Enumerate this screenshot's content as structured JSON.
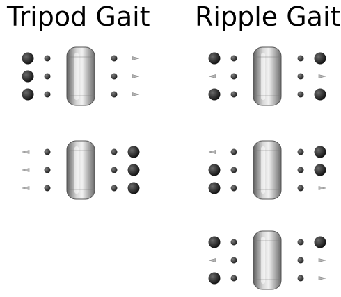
{
  "titles": {
    "left": "Tripod Gait",
    "right": "Ripple Gait"
  },
  "gaits": [
    {
      "key": "tripod",
      "column": "left",
      "frames": [
        {
          "label": "tripod-frame-1",
          "legs": [
            "down",
            "up",
            "down",
            "up",
            "down",
            "up"
          ]
        },
        {
          "label": "tripod-frame-2",
          "legs": [
            "up",
            "down",
            "up",
            "down",
            "up",
            "down"
          ]
        }
      ]
    },
    {
      "key": "ripple",
      "column": "right",
      "frames": [
        {
          "label": "ripple-frame-1",
          "legs": [
            "down",
            "down",
            "up",
            "up",
            "down",
            "down"
          ]
        },
        {
          "label": "ripple-frame-2",
          "legs": [
            "up",
            "down",
            "down",
            "down",
            "down",
            "up"
          ]
        },
        {
          "label": "ripple-frame-3",
          "legs": [
            "down",
            "down",
            "up",
            "up",
            "down",
            "up"
          ]
        }
      ]
    }
  ],
  "legend_note": {
    "leg_order": [
      "left-front",
      "right-front",
      "left-middle",
      "right-middle",
      "left-rear",
      "right-rear"
    ]
  },
  "colors": {
    "body": "#9a9a9a",
    "body_highlight": "#e6e6e6",
    "leg": "#8c8c8c",
    "foot_down": "#1c1c1c",
    "joint": "#2a2a2a",
    "foot_tip": "#a0a0a0",
    "title": "#000000"
  }
}
